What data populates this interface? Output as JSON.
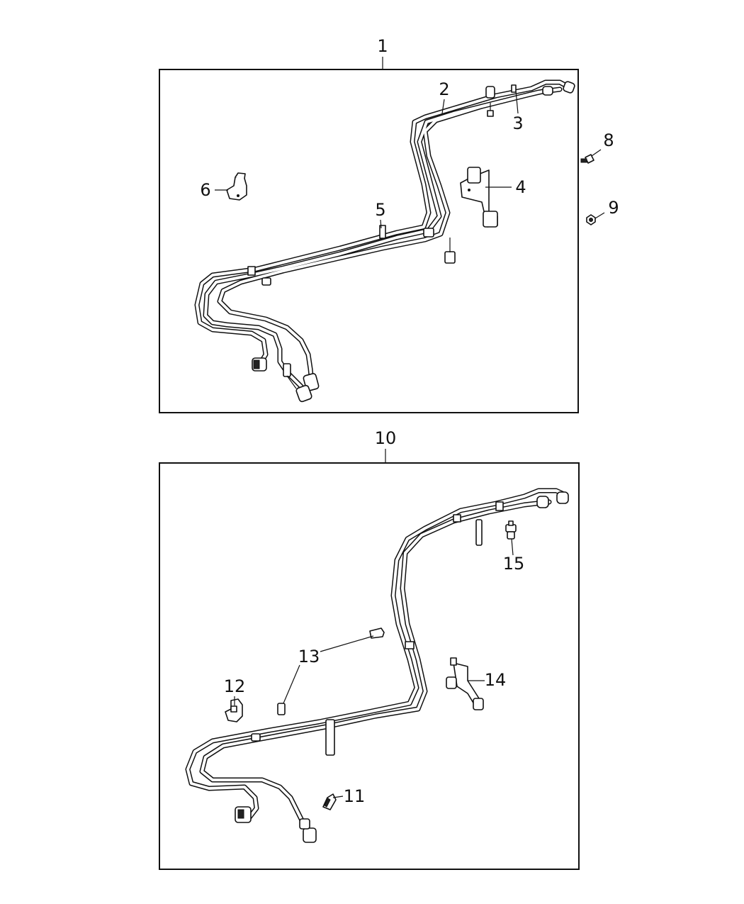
{
  "assemblies": [
    {
      "id": "upper",
      "label": "1"
    },
    {
      "id": "lower",
      "label": "10"
    }
  ],
  "callouts": {
    "c2": "2",
    "c3": "3",
    "c4": "4",
    "c5": "5",
    "c6": "6",
    "c8": "8",
    "c9": "9",
    "c11": "11",
    "c12": "12",
    "c13": "13",
    "c14": "14",
    "c15": "15"
  }
}
